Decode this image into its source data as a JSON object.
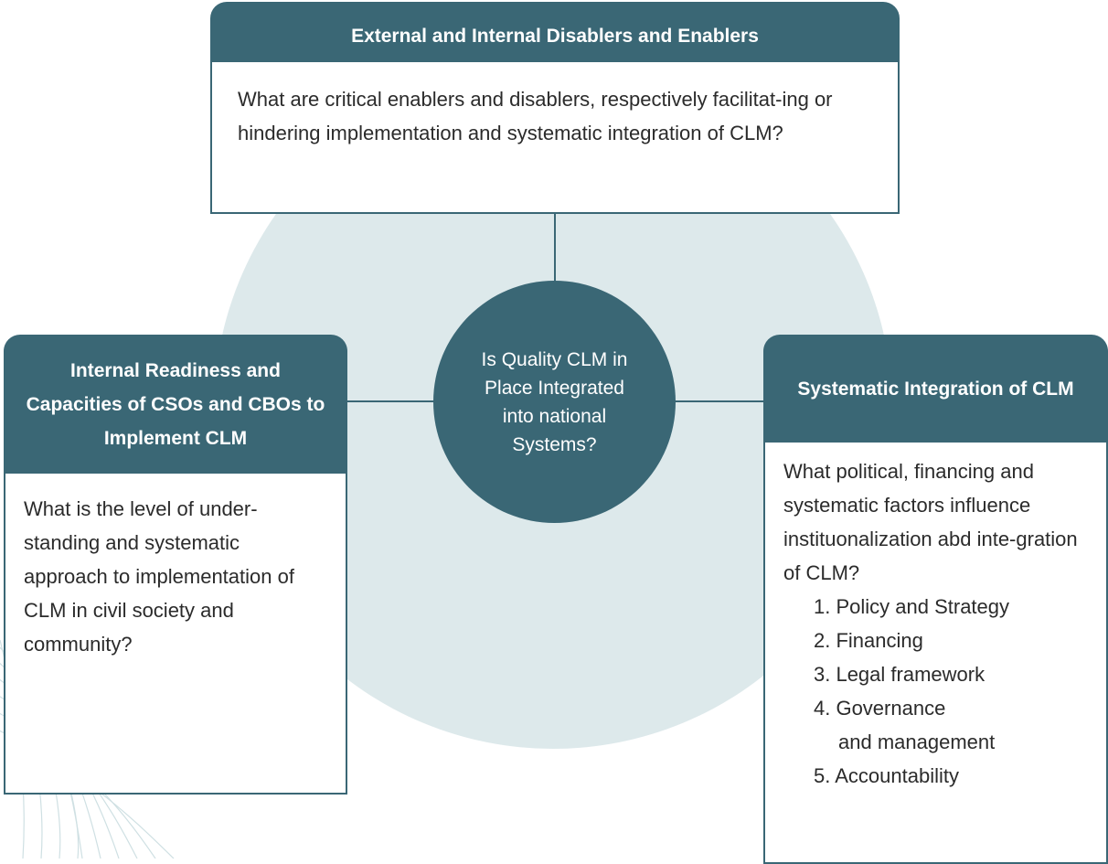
{
  "colors": {
    "primary": "#3a6775",
    "circle_fill": "#dde9eb",
    "text": "#2b2b2b",
    "box_background": "#ffffff"
  },
  "center": {
    "text": "Is Quality CLM in Place Integrated into national Systems?"
  },
  "top_box": {
    "title": "External and Internal Disablers and Enablers",
    "body": "What are critical enablers and disablers, respectively facilitat-ing or hindering implementation and systematic integration of CLM?"
  },
  "left_box": {
    "title": "Internal Readiness and Capacities of CSOs and CBOs to Implement CLM",
    "body": "What is the level of under-standing and systematic approach to implementation of CLM in civil society and community?"
  },
  "right_box": {
    "title": "Systematic Integration of CLM",
    "intro": "What political, financing and systematic factors influence instituonalization abd inte-gration of CLM?",
    "items": [
      "1. Policy and Strategy",
      "2. Financing",
      "3. Legal framework",
      "4. Governance",
      "and management",
      "5. Accountability"
    ]
  }
}
